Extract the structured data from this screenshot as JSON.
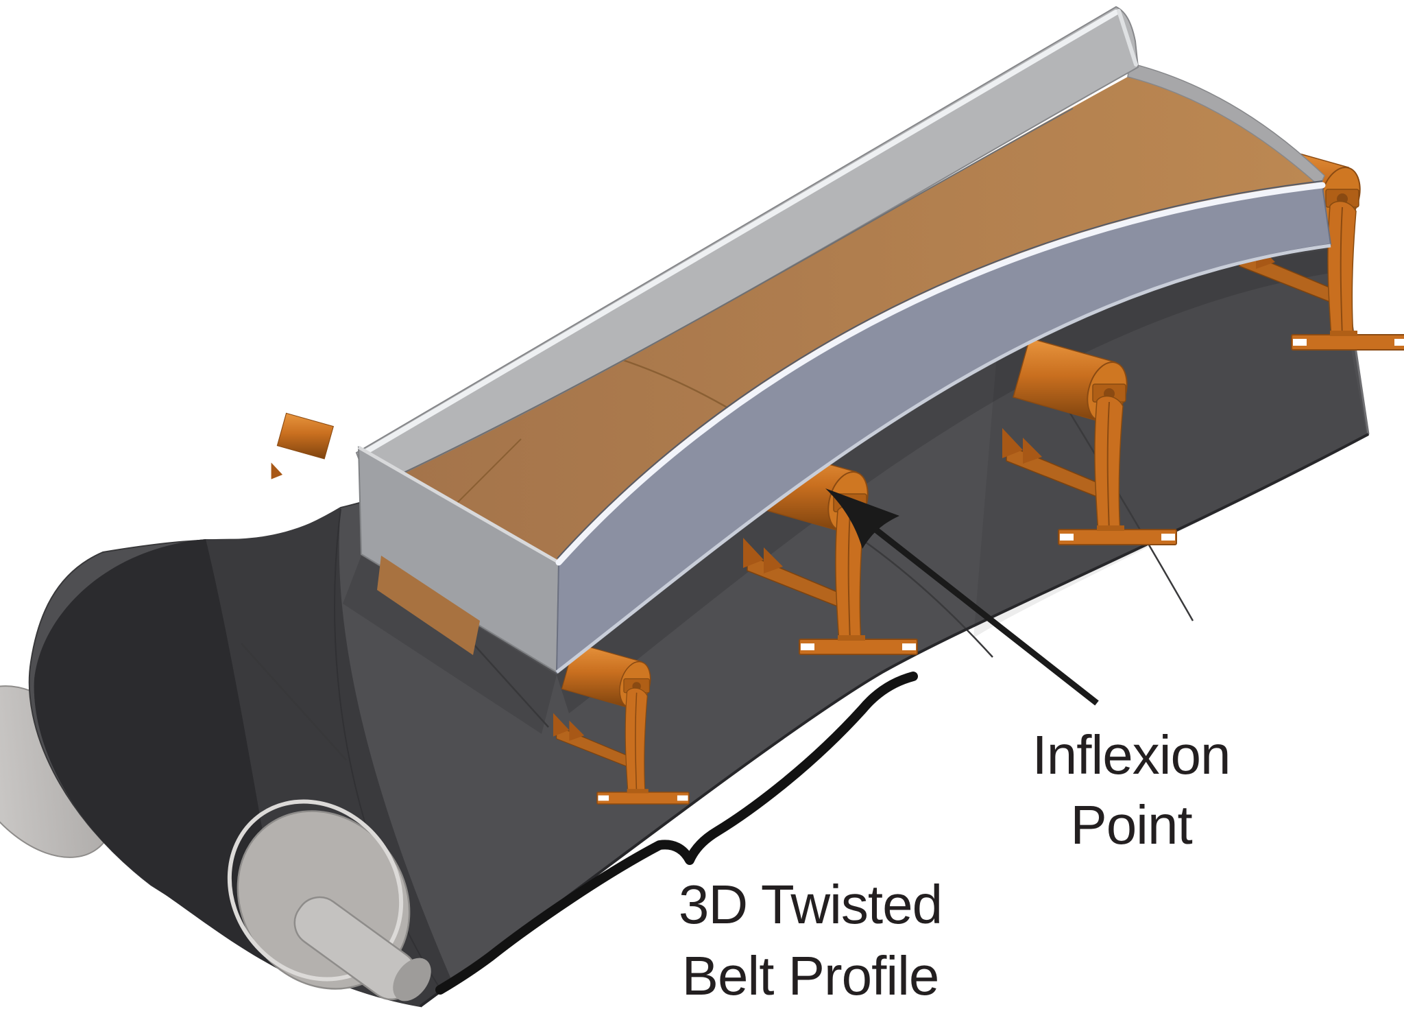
{
  "figure": {
    "type": "technical-illustration",
    "subject": "Conveyor belt transition showing a 3D twisted belt profile with trough idlers, tail pulley and loading chute",
    "background": "#ffffff"
  },
  "annotations": {
    "inflexion_point": {
      "line1": "Inflexion",
      "line2": "Point"
    },
    "belt_profile": {
      "line1": "3D Twisted",
      "line2": "Belt Profile"
    }
  },
  "colors": {
    "belt": "#4f4f52",
    "belt_dark_wrap": "#3a3a3d",
    "drum": "#2b2b2e",
    "pulley_silver": "#b4b1ae",
    "shaft_silver": "#c4c2c0",
    "chute_cover": "#b4b5b7",
    "chute_end_wall": "#9fa1a5",
    "chute_wall": "#8b90a2",
    "material_brown": "#b5814f",
    "idler_orange": "#c96f1f",
    "idler_orange_dark": "#8a4a12",
    "annotation_black": "#1a1a1a"
  }
}
